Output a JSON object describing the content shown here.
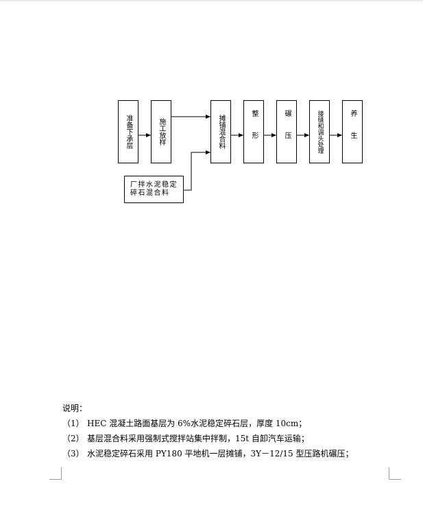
{
  "flowchart": {
    "steps": [
      {
        "id": "prepare-base",
        "label": "准备下承层"
      },
      {
        "id": "survey-layout",
        "label": "施工放样"
      },
      {
        "id": "spread-mix",
        "label": "摊铺混合料"
      },
      {
        "id": "shaping",
        "label": "整形"
      },
      {
        "id": "rolling",
        "label": "碾压"
      },
      {
        "id": "joint-treatment",
        "label": "接缝和调头处理"
      },
      {
        "id": "curing",
        "label": "养生"
      }
    ],
    "plant_mix_line1": "厂拌水泥稳定",
    "plant_mix_line2": "碎石混合料"
  },
  "notes": {
    "heading": "说明：",
    "items": [
      {
        "num": "（1）",
        "text": "HEC 混凝土路面基层为 6%水泥稳定碎石层，厚度 10cm；"
      },
      {
        "num": "（2）",
        "text": "基层混合料采用强制式搅拌站集中拌制，15t 自卸汽车运输；"
      },
      {
        "num": "（3）",
        "text": "水泥稳定碎石采用 PY180 平地机一层摊铺，3Y－12/15 型压路机碾压；"
      }
    ]
  }
}
